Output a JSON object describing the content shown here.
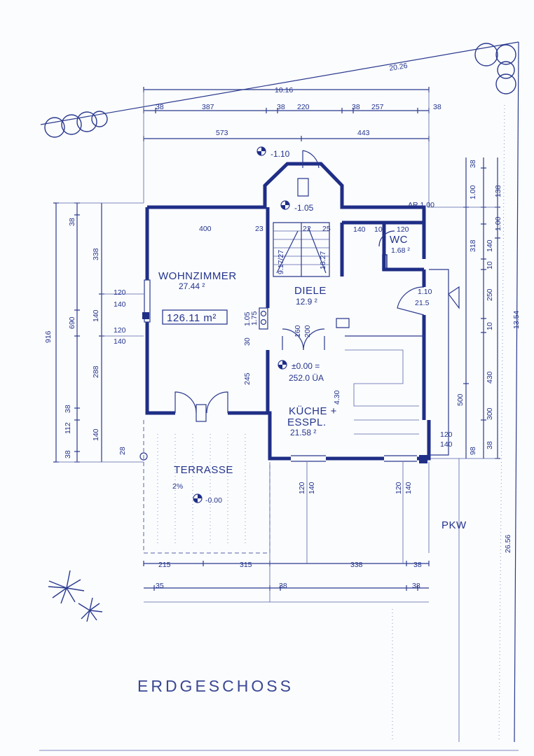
{
  "plan": {
    "title": "ERDGESCHOSS",
    "total_area": "126.11 m²",
    "rooms": {
      "wohnzimmer": {
        "name": "WOHNZIMMER",
        "area": "27.44 ²"
      },
      "diele": {
        "name": "DIELE",
        "area": "12.9 ²"
      },
      "wc": {
        "name": "WC",
        "area": "1.68 ²"
      },
      "kueche_line1": "KÜCHE +",
      "kueche_line2": "ESSPL.",
      "kueche_area": "21.58 ²",
      "terrasse": {
        "name": "TERRASSE",
        "slope": "2%"
      },
      "pkw": "PKW"
    },
    "levels": {
      "entrance": "-1.10",
      "stair": "-1.05",
      "main": "±0.00 =",
      "main_abs": "252.0 ÜA",
      "terrace": "-0.00"
    },
    "dimensions": {
      "top": {
        "total_diag": "20.26",
        "total": "10.16",
        "d1": "38",
        "d2": "387",
        "d3": "38",
        "d4": "220",
        "d5": "38",
        "d6": "257",
        "d7": "38",
        "w1": "573",
        "w2": "443"
      },
      "left": {
        "total": "916",
        "a": "38",
        "b": "338",
        "c": "690",
        "d": "288",
        "e": "38",
        "f": "112",
        "g": "38",
        "h": "28",
        "i": "140",
        "j": "140",
        "w1": "120",
        "w2": "140",
        "w3": "120",
        "w4": "140"
      },
      "interior": {
        "wz_width": "400",
        "wall1": "23",
        "s1": "22",
        "s2": "25",
        "wc_a": "140",
        "wc_b": "10",
        "wc_c": "120",
        "k1": "1.05",
        "k2": "1.75",
        "k3": "30",
        "k4": "245",
        "k5": "4.30",
        "door1": "160",
        "door2": "200",
        "stair_a": "9.17/27",
        "stair_b": "16.27"
      },
      "right": {
        "r1": "38",
        "r2": "1.00",
        "r3": "318",
        "r4": "140",
        "r5": "10",
        "r6": "250",
        "r7": "10",
        "r8": "430",
        "r9": "500",
        "r10": "300",
        "r11": "38",
        "r12": "98",
        "r13": "120",
        "r14": "140",
        "r15": "138",
        "r16": "1.00",
        "r17": "13.54",
        "d_ar": "AR 1.00",
        "door": "1.10",
        "door2": "21.5"
      },
      "bottom": {
        "b1": "120",
        "b2": "140",
        "b3": "120",
        "b4": "140",
        "c1": "215",
        "c2": "315",
        "c3": "338",
        "c4": "38",
        "e1": "35",
        "e2": "38",
        "e3": "38",
        "side": "26.56"
      }
    }
  }
}
